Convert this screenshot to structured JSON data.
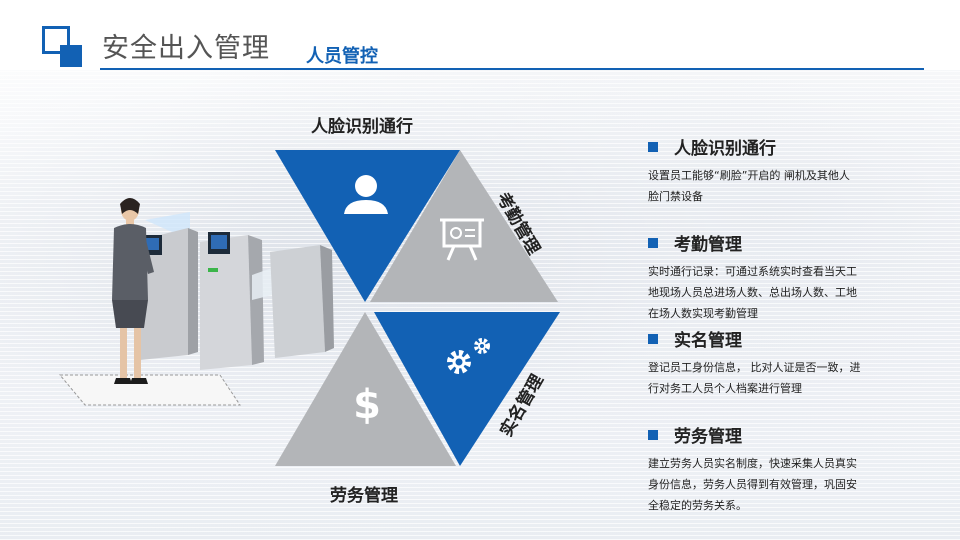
{
  "header": {
    "title": "安全出入管理",
    "subtitle": "人员管控"
  },
  "diagram": {
    "top_label": "人脸识别通行",
    "right_top_label": "考勤管理",
    "right_bottom_label": "实名管理",
    "bottom_label": "劳务管理",
    "icons": [
      "user-icon",
      "presentation-icon",
      "gears-icon",
      "dollar-icon"
    ],
    "colors": {
      "blue": "#1261b4",
      "gray": "#b3b5b8"
    }
  },
  "sections": [
    {
      "title": "人脸识别通行",
      "lines": [
        "设置员工能够“刷脸”开启的 闸机及其他人",
        "脸门禁设备"
      ]
    },
    {
      "title": "考勤管理",
      "lines": [
        "实时通行记录：可通过系统实时查看当天工",
        "地现场人员总进场人数、总出场人数、工地",
        "在场人数实现考勤管理"
      ]
    },
    {
      "title": "实名管理",
      "lines": [
        "登记员工身份信息，  比对人证是否一致，进",
        "行对务工人员个人档案进行管理"
      ]
    },
    {
      "title": "劳务管理",
      "lines": [
        " 建立劳务人员实名制度，快速采集人员真实",
        "身份信息，劳务人员得到有效管理，巩固安",
        "全稳定的劳务关系。"
      ]
    }
  ]
}
